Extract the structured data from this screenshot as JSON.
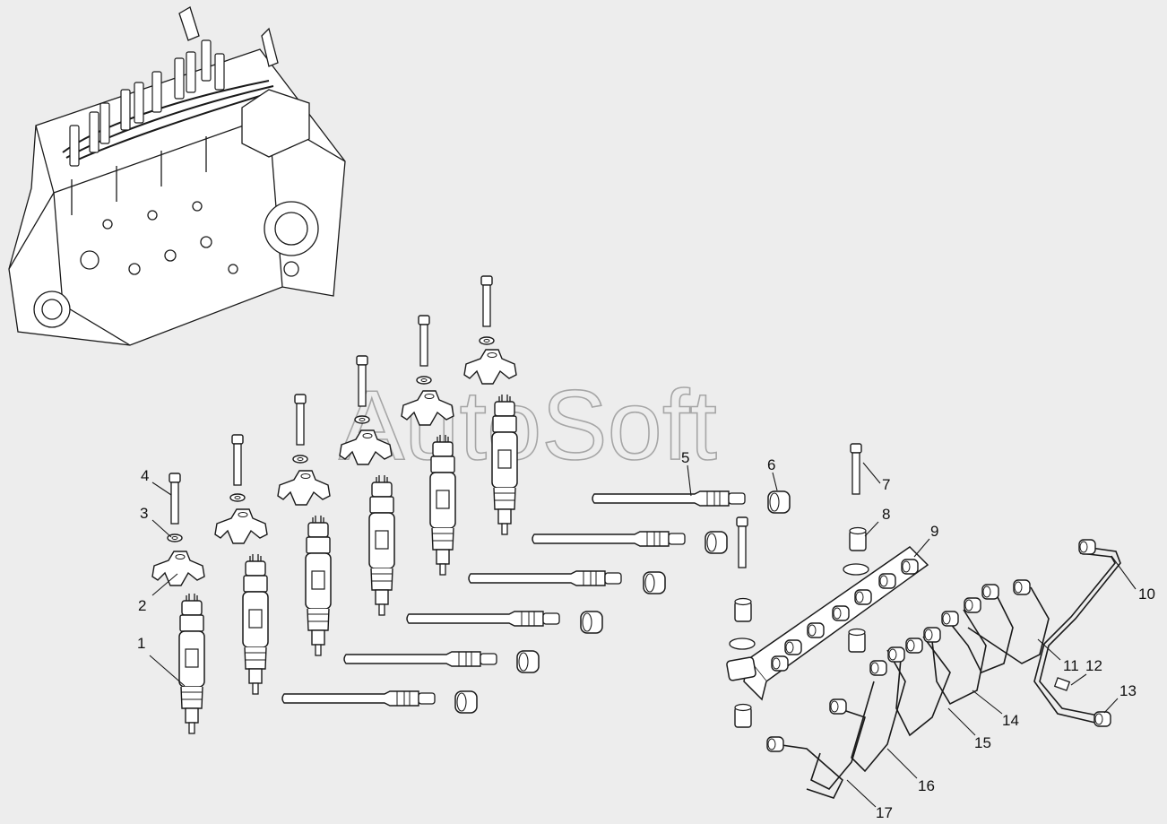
{
  "watermark": "AutoSoft",
  "background_color": "#ededed",
  "line_color": "#1a1a1a",
  "callouts": [
    {
      "id": "1"
    },
    {
      "id": "2"
    },
    {
      "id": "3"
    },
    {
      "id": "4"
    },
    {
      "id": "5"
    },
    {
      "id": "6"
    },
    {
      "id": "7"
    },
    {
      "id": "8"
    },
    {
      "id": "9"
    },
    {
      "id": "10"
    },
    {
      "id": "11"
    },
    {
      "id": "12"
    },
    {
      "id": "13"
    },
    {
      "id": "14"
    },
    {
      "id": "15"
    },
    {
      "id": "16"
    },
    {
      "id": "17"
    }
  ]
}
